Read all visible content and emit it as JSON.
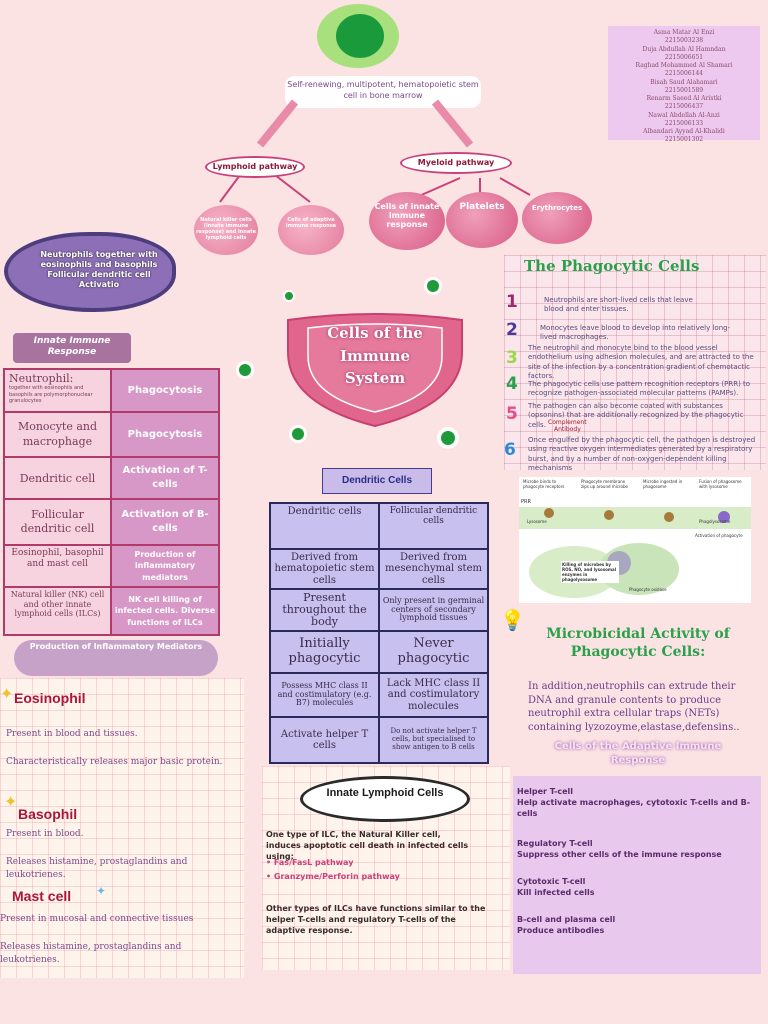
{
  "stem": {
    "label": "Self-renewing, multipotent, hematopoietic stem cell in bone marrow"
  },
  "authors": [
    "Asma Matar Al Enzi",
    "2215003238",
    "Duja Abdullah Al Hamndan",
    "2215006651",
    "Raghad Mohammed Al Shamari",
    "2215006144",
    "Bisah Saud Alahamari",
    "2215001589",
    "Renarm Saeed Al Aristki",
    "2215006437",
    "Nawal Abdellah Al-Anzi",
    "2215006133",
    "Albandari Ayyad Al-Khalidi",
    "2215001302"
  ],
  "pathways": {
    "lymphoid": "Lymphoid pathway",
    "myeloid": "Myeloid pathway",
    "nk": "Natural killer cells (innate immune response) and innate lymphoid cells",
    "adaptive": "Cells of adaptive immune response",
    "innate": "Cells of innate immune response",
    "platelets": "Platelets",
    "erythrocytes": "Erythrocytes"
  },
  "neutrophil_blob": "Neutrophils together with eosinophils and basophils Follicular dendritic cell Activatio",
  "innate_badge": "Innate Immune Response",
  "innate_table": [
    {
      "left": "Neutrophil:",
      "sub": "together with eosinophils and basophils are polymorphonuclear granulocytes",
      "right": "Phagocytosis"
    },
    {
      "left": "Monocyte and macrophage",
      "sub": "",
      "right": "Phagocytosis"
    },
    {
      "left": "Dendritic cell",
      "sub": "",
      "right": "Activation of T-cells"
    },
    {
      "left": "Follicular dendritic cell",
      "sub": "",
      "right": "Activation of B-cells"
    },
    {
      "left": "Eosinophil, basophil and mast cell",
      "sub": "",
      "right": "Production of inflammatory mediators"
    },
    {
      "left": "Natural killer (NK) cell and other innate lymphoid cells (ILCs)",
      "sub": "",
      "right": "NK cell killing of infected cells. Diverse functions of ILCs"
    }
  ],
  "mediators_banner": "Production of Inflammatory Mediators",
  "eosinophil": {
    "title": "Eosinophil",
    "p1": "Present in blood and tissues.",
    "p2": "Characteristically releases major basic protein."
  },
  "basophil": {
    "title": "Basophil",
    "p1": "Present in blood.",
    "p2": "Releases histamine, prostaglandins and leukotrienes."
  },
  "mastcell": {
    "title": "Mast cell",
    "p1": "Present in mucosal and connective tissues",
    "p2": "Releases histamine, prostaglandins and leukotrienes."
  },
  "shield": {
    "line1": "Cells of the",
    "line2": "Immune",
    "line3": "System"
  },
  "dendritic": {
    "title": "Dendritic Cells",
    "rows": [
      {
        "l": "Dendritic cells",
        "r": "Follicular dendritic cells"
      },
      {
        "l": "Derived from hematopoietic stem cells",
        "r": "Derived from mesenchymal stem cells"
      },
      {
        "l": "Present throughout the body",
        "r": "Only present in germinal centers of secondary lymphoid tissues"
      },
      {
        "l": "Initially phagocytic",
        "r": "Never phagocytic"
      },
      {
        "l": "Possess MHC class II and costimulatory (e.g. B7) molecules",
        "r": "Lack MHC class II and costimulatory molecules"
      },
      {
        "l": "Activate helper T cells",
        "r": "Do not activate helper T cells, but specialised to show antigen to B cells"
      }
    ]
  },
  "ilc": {
    "title": "Innate Lymphoid Cells",
    "p1": "One type of ILC, the Natural Killer cell, induces apoptotic cell death in infected cells using:",
    "b1": "Fas/FasL pathway",
    "b2": "Granzyme/Perforin pathway",
    "p2": "Other types of ILCs have functions similar to the helper T-cells and regulatory T-cells of the adaptive response."
  },
  "phagocytic": {
    "title": "The Phagocytic Cells",
    "items": [
      {
        "n": "1",
        "text": "Neutrophils are short-lived cells that leave blood and enter tissues."
      },
      {
        "n": "2",
        "text": "Monocytes leave blood to develop into relatively long-lived macrophages."
      },
      {
        "n": "3",
        "text": "The neutrophil and monocyte bind to the blood vessel endothelium using adhesion molecules, and are attracted to the site of the infection by a concentration gradient of chemotactic factors."
      },
      {
        "n": "4",
        "text": "The phagocytic cells use pattern recognition receptors (PRR) to recognize pathogen-associated molecular patterns (PAMPs)."
      },
      {
        "n": "5",
        "text": "The pathogen can also become coated with substances (opsonins) that are additionally recognized by the phagocytic cells."
      },
      {
        "n": "6",
        "text": "Once engulfed by the phagocytic cell, the pathogen is destroyed using reactive oxygen intermediates generated by a respiratory burst, and by a number of non-oxygen-dependent killing mechanisms"
      }
    ],
    "opsonin1": "Complement",
    "opsonin2": "Antibody"
  },
  "diagram": {
    "l1": "Microbe binds to phagocyte receptors",
    "l2": "Phagocyte membrane zips up around microbe",
    "l3": "Microbe ingested in phagosome",
    "l4": "Fusion of phagosome with lysosome",
    "l5": "PRR",
    "l6": "Lysosome",
    "l7": "Phagolysosome",
    "l8": "Killing of microbes by ROS, NO, and lysosomal enzymes in phagolysosome",
    "l9": "Phagocyte oxidase",
    "l10": "Activation of phagocyte"
  },
  "micro": {
    "title": "Microbicidal Activity of Phagocytic Cells:",
    "text": "In addition,neutrophils can extrude their DNA and granule contents to produce neutrophil extra cellular traps (NETs) containing lyzozoyme,elastase,defensins.."
  },
  "adaptive": {
    "banner": "Cells of the Adaptive Immune Response",
    "items": [
      {
        "h": "Helper T-cell",
        "d": "Help activate macrophages, cytotoxic T-cells and B-cells"
      },
      {
        "h": "Regulatory T-cell",
        "d": "Suppress other cells of the immune response"
      },
      {
        "h": "Cytotoxic T-cell",
        "d": "Kill infected cells"
      },
      {
        "h": "B-cell and plasma cell",
        "d": "Produce antibodies"
      }
    ]
  },
  "colors": {
    "background": "#fbe3e4",
    "accent_pink": "#c9407a",
    "green_title": "#2aa04a",
    "purple": "#8d6fb8"
  }
}
